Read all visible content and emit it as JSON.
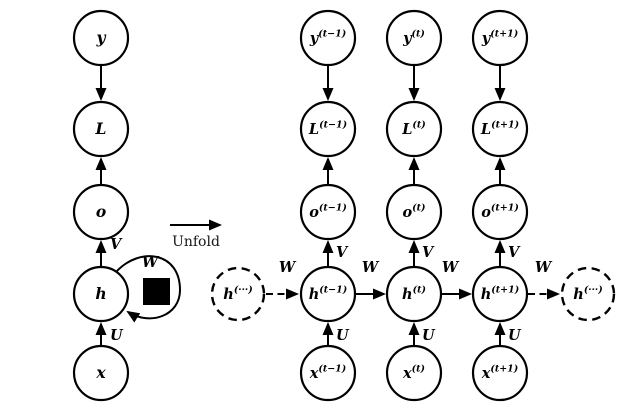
{
  "unfold": {
    "label": "Unfold"
  },
  "colors": {
    "ink": "#000000",
    "paper": "#ffffff"
  },
  "compact": {
    "nodes": {
      "y": {
        "base": "y"
      },
      "L": {
        "base": "L"
      },
      "o": {
        "base": "o"
      },
      "h": {
        "base": "h"
      },
      "x": {
        "base": "x"
      }
    },
    "weights": {
      "recurrent": "W",
      "output": "V",
      "input": "U"
    }
  },
  "unfolded": {
    "context_left": {
      "base": "h",
      "sup": "(···)"
    },
    "context_right": {
      "base": "h",
      "sup": "(···)"
    },
    "weights": {
      "recurrent": "W",
      "output": "V",
      "input": "U"
    },
    "columns": [
      {
        "time": "t−1",
        "y": {
          "base": "y",
          "sup": "(t−1)"
        },
        "L": {
          "base": "L",
          "sup": "(t−1)"
        },
        "o": {
          "base": "o",
          "sup": "(t−1)"
        },
        "h": {
          "base": "h",
          "sup": "(t−1)"
        },
        "x": {
          "base": "x",
          "sup": "(t−1)"
        }
      },
      {
        "time": "t",
        "y": {
          "base": "y",
          "sup": "(t)"
        },
        "L": {
          "base": "L",
          "sup": "(t)"
        },
        "o": {
          "base": "o",
          "sup": "(t)"
        },
        "h": {
          "base": "h",
          "sup": "(t)"
        },
        "x": {
          "base": "x",
          "sup": "(t)"
        }
      },
      {
        "time": "t+1",
        "y": {
          "base": "y",
          "sup": "(t+1)"
        },
        "L": {
          "base": "L",
          "sup": "(t+1)"
        },
        "o": {
          "base": "o",
          "sup": "(t+1)"
        },
        "h": {
          "base": "h",
          "sup": "(t+1)"
        },
        "x": {
          "base": "x",
          "sup": "(t+1)"
        }
      }
    ]
  }
}
